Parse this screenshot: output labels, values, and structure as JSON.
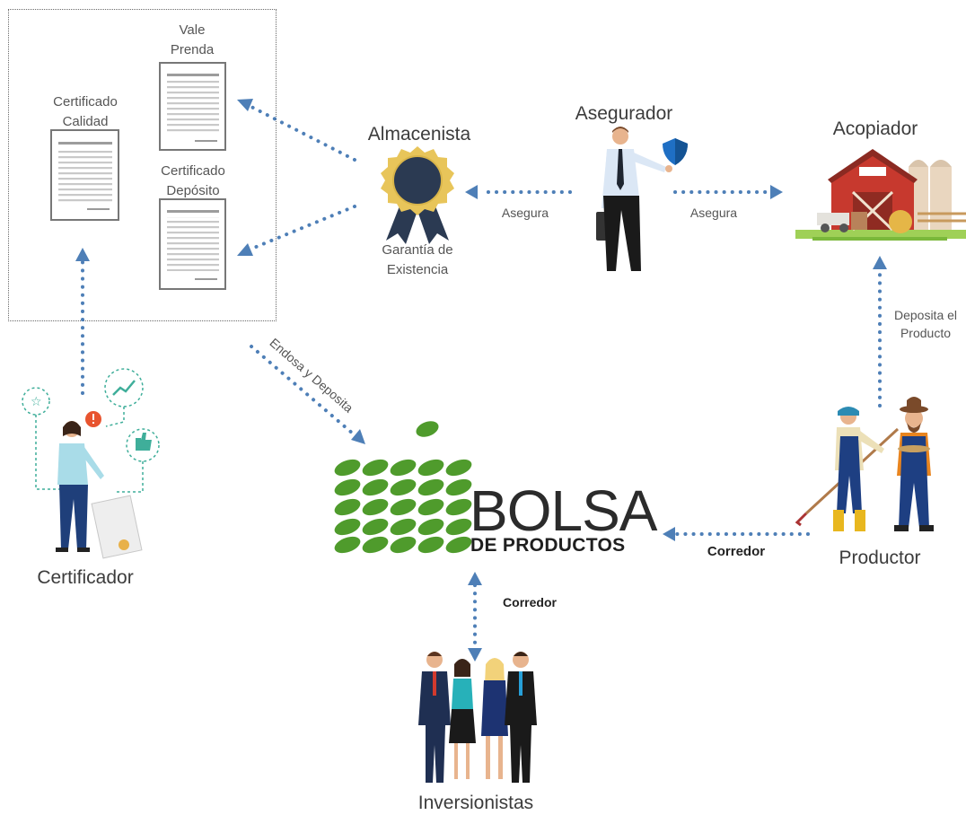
{
  "colors": {
    "arrow": "#4e7fb7",
    "green": "#4f9b2c",
    "gold": "#e8c55a",
    "navy": "#2b3a52",
    "barn": "#c7392e"
  },
  "nodes": {
    "vale_prenda": "Vale\nPrenda",
    "certificado_calidad": "Certificado\nCalidad",
    "certificado_deposito": "Certificado\nDepósito",
    "almacenista": "Almacenista",
    "garantia": "Garantía de\nExistencia",
    "asegurador": "Asegurador",
    "acopiador": "Acopiador",
    "certificador": "Certificador",
    "productor": "Productor",
    "inversionistas": "Inversionistas"
  },
  "edges": {
    "asegura_left": "Asegura",
    "asegura_right": "Asegura",
    "deposita": "Deposita el\nProducto",
    "endosa": "Endosa y Deposita",
    "corredor_productor": "Corredor",
    "corredor_inversionistas": "Corredor"
  },
  "logo": {
    "word": "BOLSA",
    "sub": "DE PRODUCTOS"
  },
  "icons": [
    "document-icon",
    "medal-icon",
    "shield-icon",
    "barn-icon",
    "person-icon",
    "farmer-icon",
    "investors-icon",
    "star-icon",
    "chart-icon",
    "thumbs-up-icon",
    "alert-icon"
  ]
}
